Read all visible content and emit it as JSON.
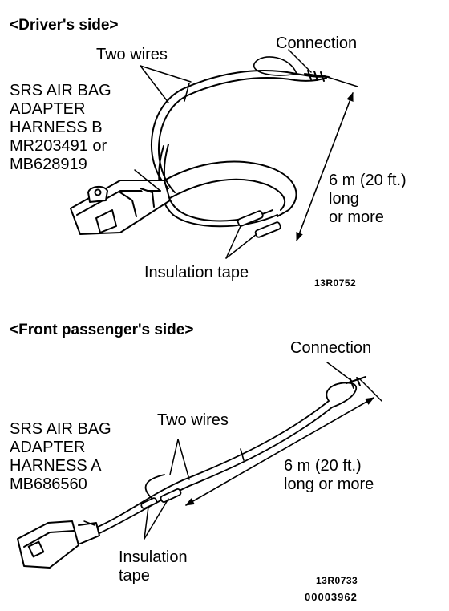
{
  "driver": {
    "heading": "<Driver's side>",
    "two_wires": "Two wires",
    "connection": "Connection",
    "harness_lines": [
      "SRS AIR BAG",
      "ADAPTER",
      "HARNESS B",
      "MR203491 or",
      "MB628919"
    ],
    "length_lines": [
      "6 m  (20 ft.)",
      "long",
      "or more"
    ],
    "insulation": "Insulation tape",
    "code": "13R0752"
  },
  "passenger": {
    "heading": "<Front passenger's side>",
    "connection": "Connection",
    "two_wires": "Two wires",
    "harness_lines": [
      "SRS AIR BAG",
      "ADAPTER",
      "HARNESS A",
      "MB686560"
    ],
    "length_lines": [
      "6 m  (20 ft.)",
      "long or more"
    ],
    "insulation_lines": [
      "Insulation",
      "tape"
    ],
    "code": "13R0733",
    "doc_number": "00003962"
  }
}
